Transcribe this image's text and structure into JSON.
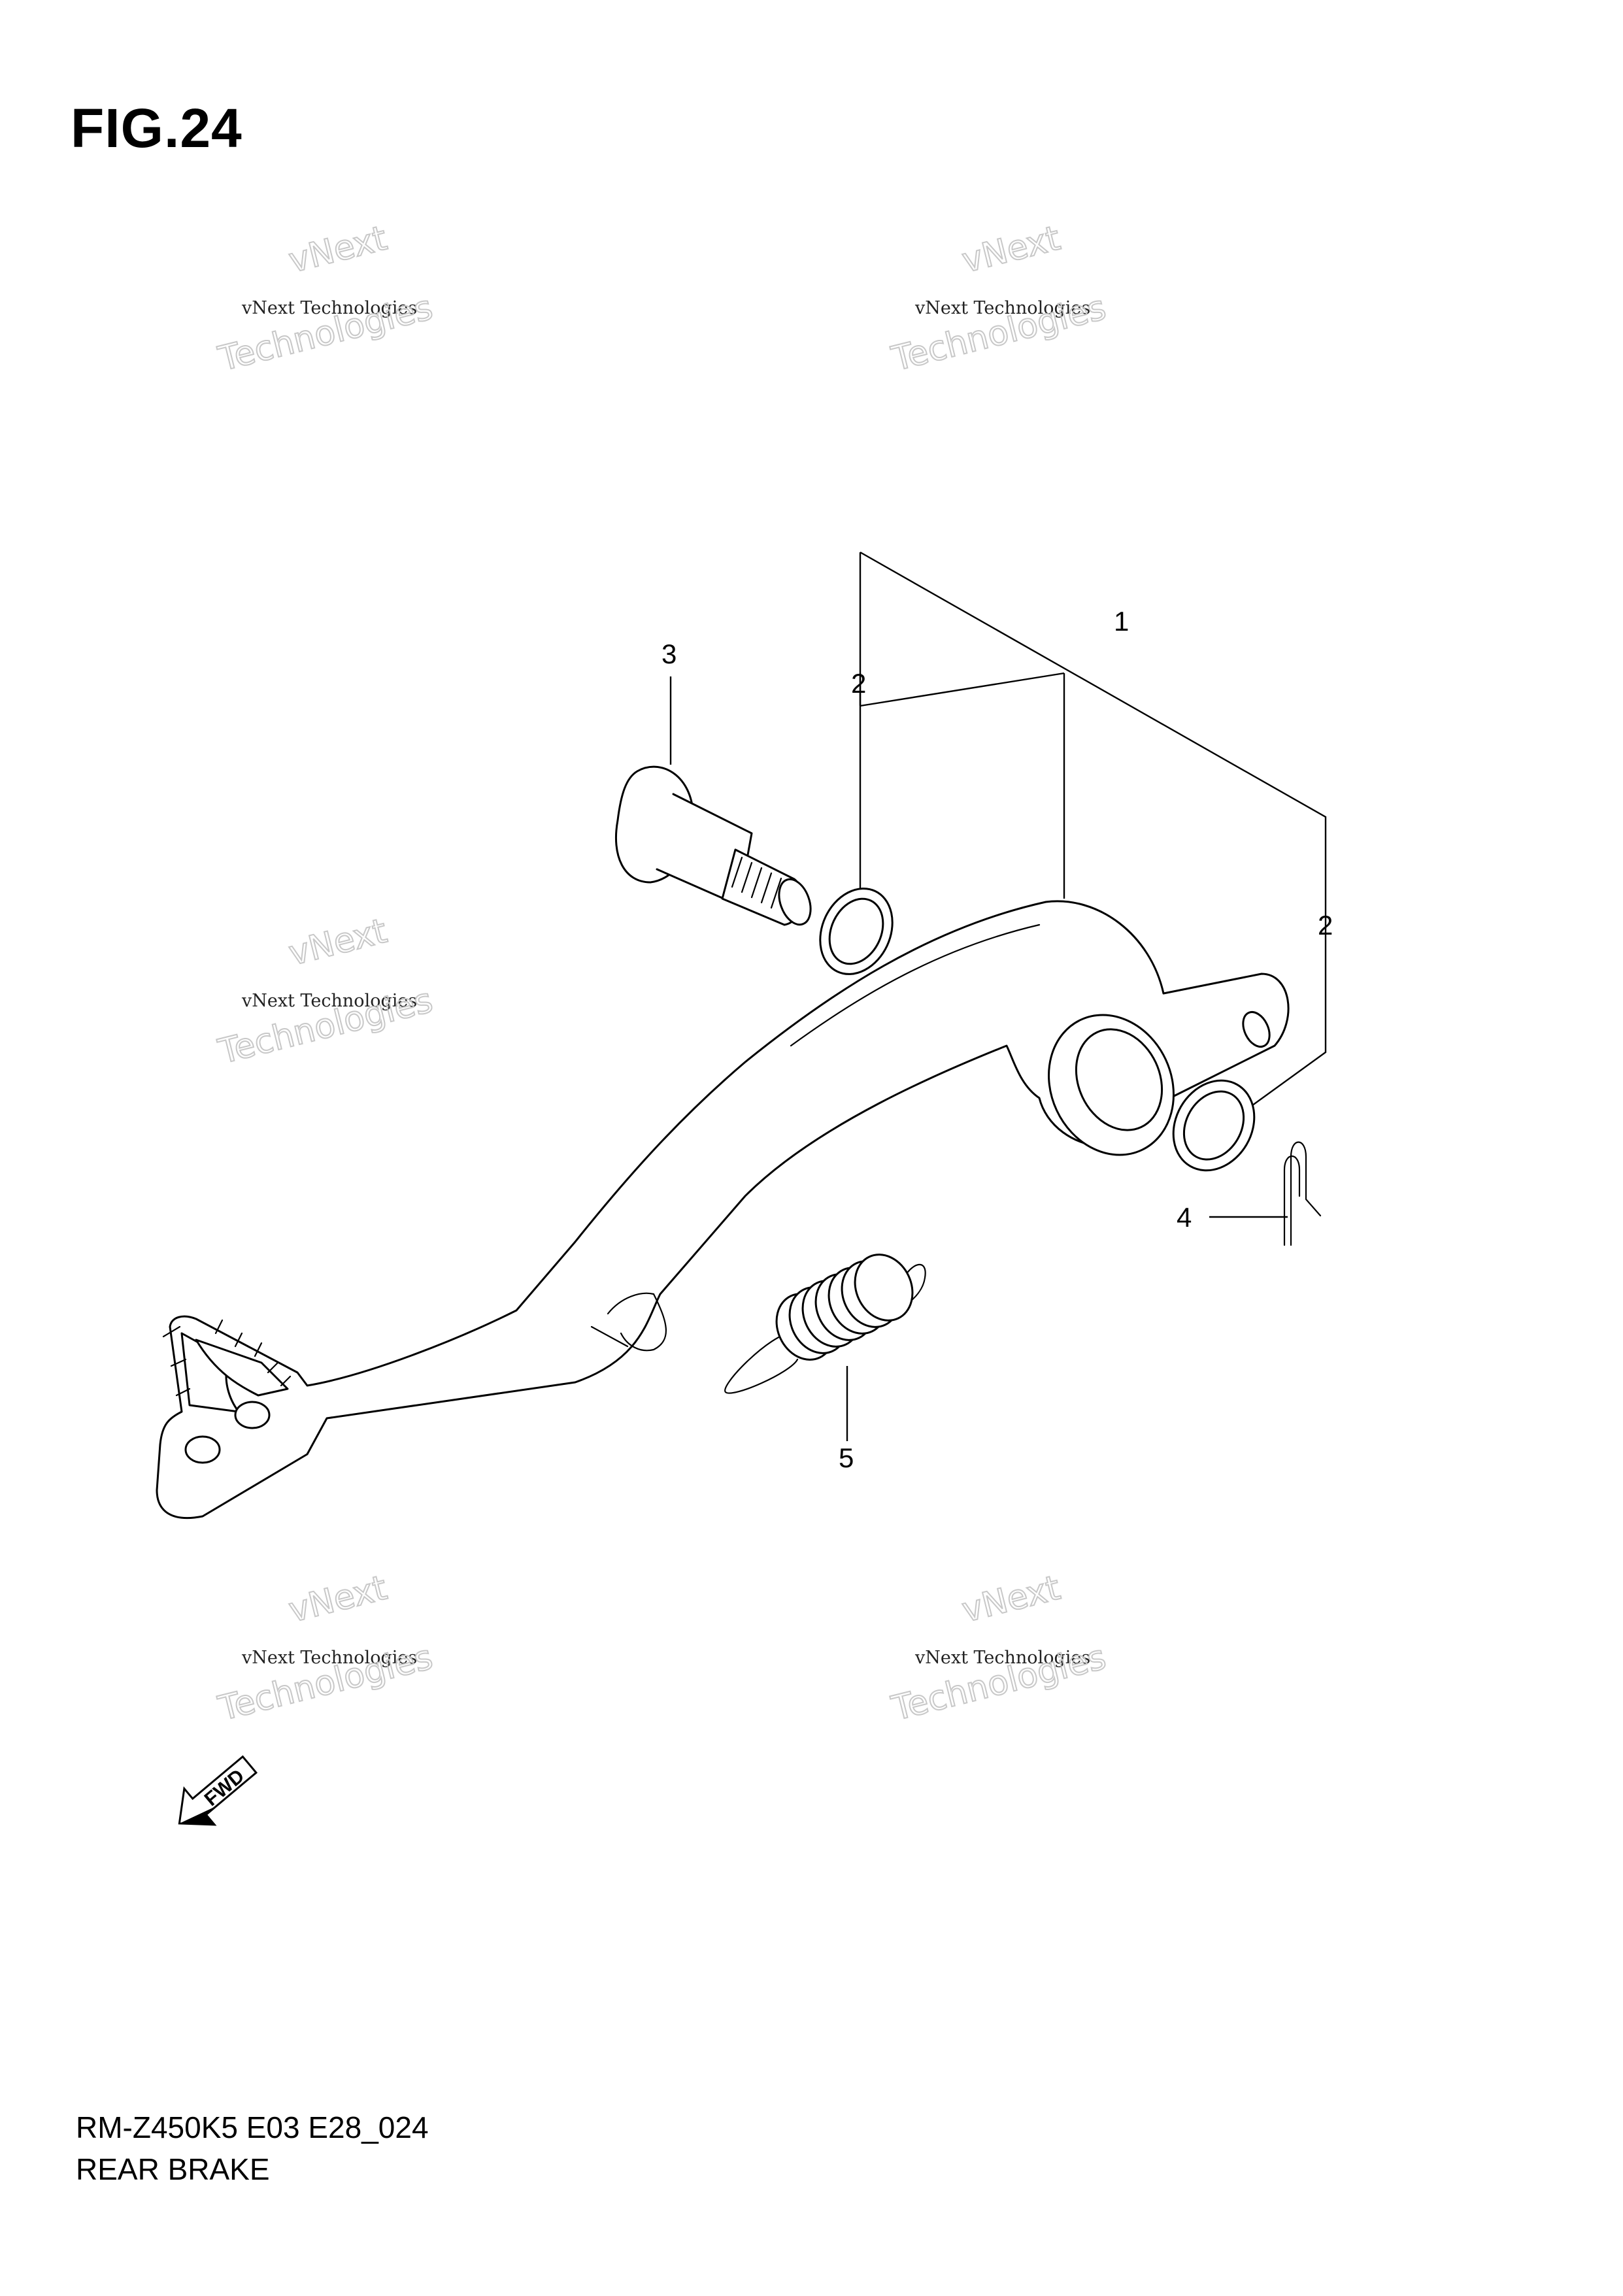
{
  "figure": {
    "title": "FIG.24",
    "model_code": "RM-Z450K5 E03 E28_024",
    "section_name": "REAR BRAKE"
  },
  "callouts": [
    {
      "id": "part-1",
      "label": "1"
    },
    {
      "id": "part-2a",
      "label": "2"
    },
    {
      "id": "part-2b",
      "label": "2"
    },
    {
      "id": "part-3",
      "label": "3"
    },
    {
      "id": "part-4",
      "label": "4"
    },
    {
      "id": "part-5",
      "label": "5"
    }
  ],
  "direction_indicator": {
    "label": "FWD",
    "icon": "forward-arrow-icon"
  },
  "watermark": {
    "line1": "vNext Technologies",
    "line2": "vNext",
    "line3": "Technologies"
  }
}
